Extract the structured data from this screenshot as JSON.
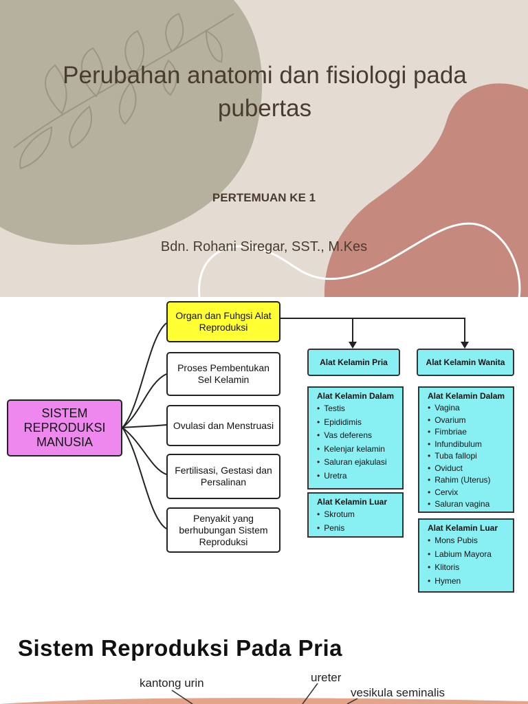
{
  "slide1": {
    "title_line1": "Perubahan anatomi dan fisiologi pada",
    "title_line2": "pubertas",
    "subtitle": "PERTEMUAN KE 1",
    "author": "Bdn. Rohani Siregar, SST., M.Kes",
    "colors": {
      "background": "#e4dcd3",
      "sage_blob": "#b6b19f",
      "terracotta_blob": "#c58a7d",
      "text": "#4a3b30"
    }
  },
  "diagram": {
    "root": {
      "line1": "SISTEM",
      "line2": "REPRODUKSI",
      "line3": "MANUSIA"
    },
    "branches": [
      {
        "line1": "Organ dan Fuhgsi Alat",
        "line2": "Reproduksi"
      },
      {
        "line1": "Proses Pembentukan",
        "line2": "Sel Kelamin"
      },
      {
        "line1": "Ovulasi dan Menstruasi",
        "line2": ""
      },
      {
        "line1": "Fertilisasi, Gestasi dan",
        "line2": "Persalinan"
      },
      {
        "line1": "Penyakit yang",
        "line2": "berhubungan Sistem",
        "line3": "Reproduksi"
      }
    ],
    "pria": {
      "header": "Alat Kelamin Pria",
      "dalam_title": "Alat Kelamin Dalam",
      "dalam_items": [
        "Testis",
        "Epididimis",
        "Vas deferens",
        "Kelenjar kelamin",
        "Saluran ejakulasi",
        "Uretra"
      ],
      "luar_title": "Alat Kelamin Luar",
      "luar_items": [
        "Skrotum",
        "Penis"
      ]
    },
    "wanita": {
      "header": "Alat Kelamin Wanita",
      "dalam_title": "Alat Kelamin Dalam",
      "dalam_items": [
        "Vagina",
        "Ovarium",
        "Fimbriae",
        "Infundibulum",
        "Tuba fallopi",
        "Oviduct",
        "Rahim (Uterus)",
        "Cervix",
        "Saluran vagina"
      ],
      "luar_title": "Alat Kelamin Luar",
      "luar_items": [
        "Mons Pubis",
        "Labium Mayora",
        "Klitoris",
        "Hymen"
      ]
    }
  },
  "slide3": {
    "title": "Sistem Reproduksi Pada Pria",
    "labels": {
      "kantong_urin": "kantong urin",
      "ureter": "ureter",
      "vesikula": "vesikula seminalis"
    }
  }
}
